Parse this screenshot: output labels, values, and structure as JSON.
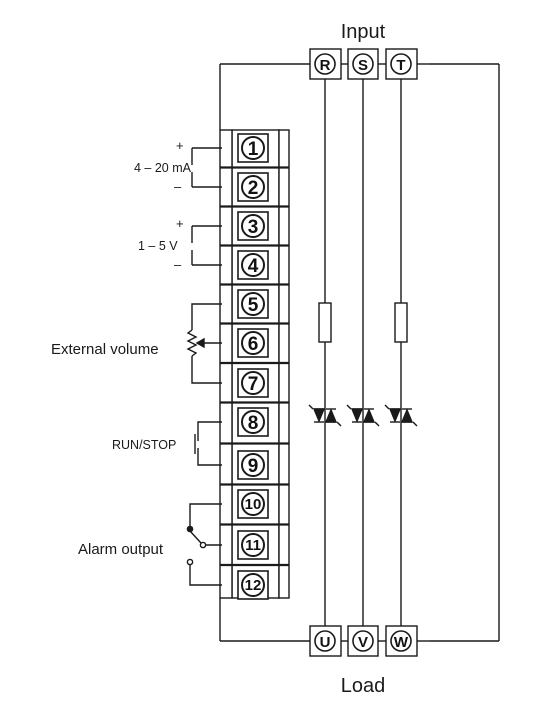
{
  "labels": {
    "input": "Input",
    "load": "Load",
    "current_range": "4 – 20 mA",
    "voltage_range": "1 – 5 V",
    "external_volume": "External volume",
    "run_stop": "RUN/STOP",
    "alarm_output": "Alarm output",
    "plus": "+",
    "minus": "–"
  },
  "input_terminals": [
    "R",
    "S",
    "T"
  ],
  "load_terminals": [
    "U",
    "V",
    "W"
  ],
  "terminal_numbers": [
    "1",
    "2",
    "3",
    "4",
    "5",
    "6",
    "7",
    "8",
    "9",
    "10",
    "11",
    "12"
  ],
  "colors": {
    "line": "#1a1a1a",
    "background": "#ffffff"
  }
}
